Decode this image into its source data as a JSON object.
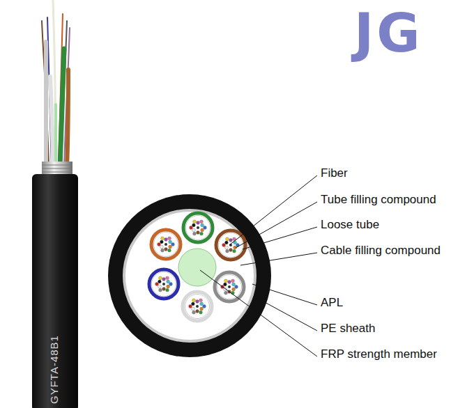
{
  "diagram": {
    "labels": [
      "JG",
      "Fiber",
      "Tube filling compound",
      "Loose tube",
      "Cable filling compound",
      "APL",
      "PE sheath",
      "FRP strength member",
      "GYFTA-48B1"
    ]
  }
}
